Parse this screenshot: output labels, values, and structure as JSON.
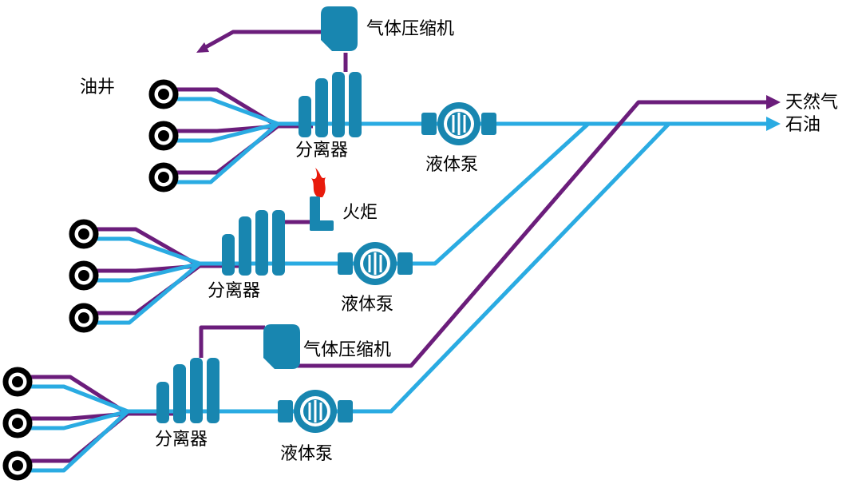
{
  "diagram": {
    "well_label": "油井",
    "outputs": {
      "natural_gas_label": "天然气",
      "oil_label": "石油"
    },
    "trains": [
      {
        "position": "top",
        "well_count": 3,
        "separator_label": "分离器",
        "compressor_label": "气体压缩机",
        "pump_label": "液体泵"
      },
      {
        "position": "middle",
        "well_count": 3,
        "separator_label": "分离器",
        "flare_label": "火炬",
        "pump_label": "液体泵"
      },
      {
        "position": "bottom",
        "well_count": 3,
        "separator_label": "分离器",
        "compressor_label": "气体压缩机",
        "pump_label": "液体泵"
      }
    ],
    "colors": {
      "equipment_teal": "#1886b0",
      "gas_line_purple": "#6b1d7b",
      "oil_line_blue": "#2aabe2",
      "flame_red": "#e81b0c",
      "well_black": "#000000",
      "background": "#ffffff"
    }
  }
}
